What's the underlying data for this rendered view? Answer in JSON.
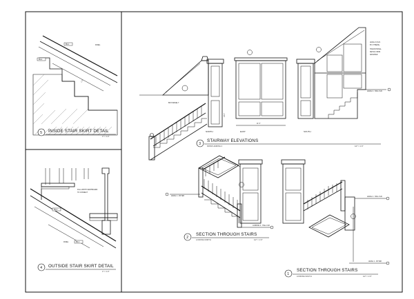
{
  "details": {
    "d5": {
      "number": "5",
      "title": "INSIDE STAIR SKIRT DETAIL",
      "scale": "3\" = 1'-0\"",
      "tag1": "PANEL",
      "tag2": "BS-1",
      "tag3": "BS-2"
    },
    "d4": {
      "number": "4",
      "title": "OUTSIDE STAIR SKIRT DETAIL",
      "scale": "3\" = 1'-0\"",
      "tag1": "PANEL",
      "tag2": "BS-1",
      "tag3": "BS-2",
      "note1": "FULL WIDTH SKIRTBOARD",
      "note2": "TO CONNECT"
    },
    "d3": {
      "number": "3",
      "title": "STAIRWAY ELEVATIONS",
      "subtitle": "FROM LANDING 2",
      "scale": "1/2\" = 1'-0\""
    },
    "d2": {
      "number": "2",
      "title": "SECTION THROUGH STAIRS",
      "subtitle": "LOOKING NORTH",
      "scale": "1/2\" = 1'-0\""
    },
    "d1": {
      "number": "1",
      "title": "SECTION THROUGH STAIRS",
      "subtitle": "LOOKING SOUTH",
      "scale": "1/2\" = 1'-0\""
    }
  },
  "elevation_labels": {
    "north": "NORTH",
    "east": "EAST",
    "south": "SOUTH"
  },
  "annotations": {
    "box_newel": "BOX NEWEL T",
    "level3": "LEVEL 3 (FLR.",
    "level3b": "BY OTHERS)",
    "transitional": "TRANSITIONAL",
    "transitional2": "DETAIL FROM",
    "transitional3": "RANCHER",
    "level2_hall": "LEVEL 2 - HALL FLR.",
    "level1_foyer": "LEVEL 1 - FOYER",
    "landing2": "LANDING 2 - HALL FLR",
    "level2_hall_b": "LEVEL 2 - HALL FLR.",
    "level1_b": "LEVEL 1 - FOYER",
    "dim_east": "11' 0\"",
    "dim_v": "14' 0\""
  }
}
